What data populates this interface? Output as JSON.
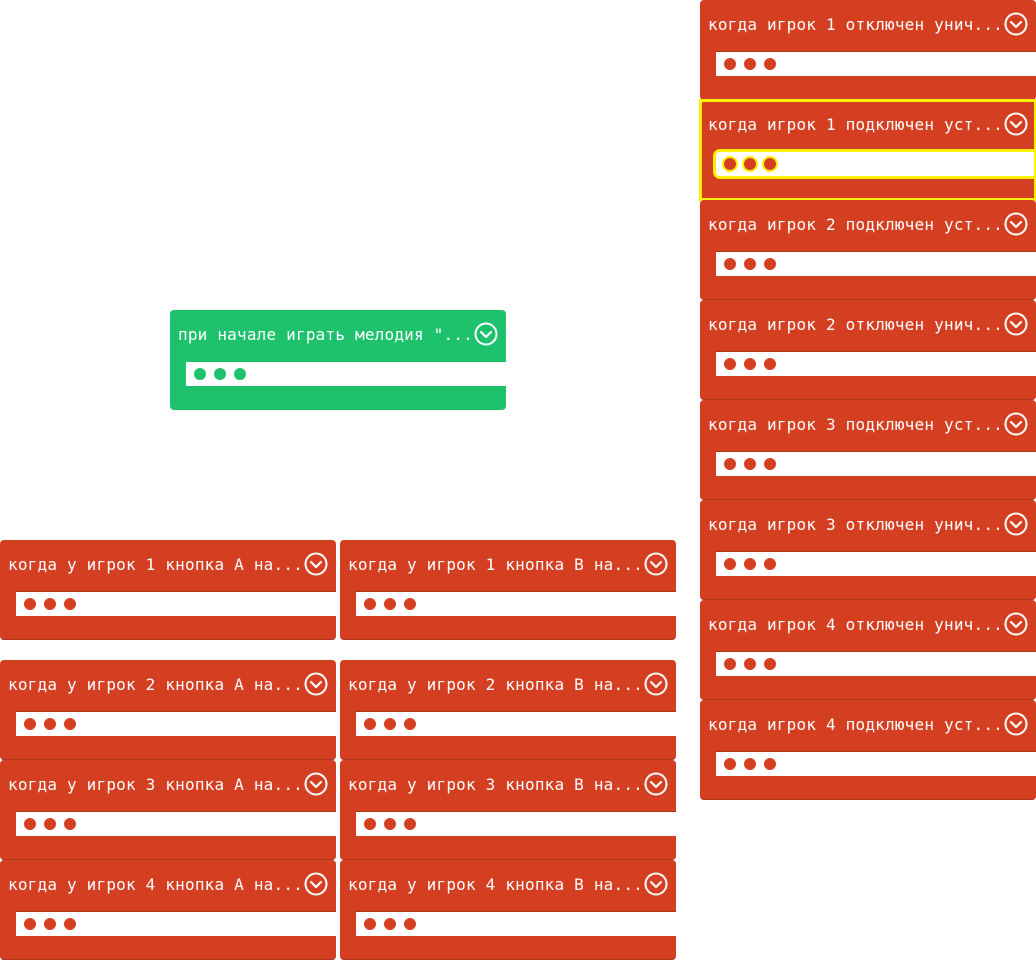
{
  "workspace": {
    "on_start_block": {
      "title": "при начале играть мелодия \"...",
      "color": "#1fc26c"
    },
    "player_blocks": [
      {
        "id": "p1-disconnected",
        "title": "когда игрок 1 отключен унич...",
        "selected": false
      },
      {
        "id": "p1-connected",
        "title": "когда игрок 1 подключен уст...",
        "selected": true
      },
      {
        "id": "p2-connected",
        "title": "когда игрок 2 подключен уст...",
        "selected": false
      },
      {
        "id": "p2-disconnected",
        "title": "когда игрок 2 отключен унич...",
        "selected": false
      },
      {
        "id": "p3-connected",
        "title": "когда игрок 3 подключен уст...",
        "selected": false
      },
      {
        "id": "p3-disconnected",
        "title": "когда игрок 3 отключен унич...",
        "selected": false
      },
      {
        "id": "p4-disconnected",
        "title": "когда игрок 4 отключен унич...",
        "selected": false
      },
      {
        "id": "p4-connected",
        "title": "когда игрок 4 подключен уст...",
        "selected": false
      }
    ],
    "button_blocks": [
      {
        "id": "p1-a",
        "title": "когда у игрок 1 кнопка A на..."
      },
      {
        "id": "p1-b",
        "title": "когда у игрок 1 кнопка B на..."
      },
      {
        "id": "p2-a",
        "title": "когда у игрок 2 кнопка A на..."
      },
      {
        "id": "p2-b",
        "title": "когда у игрок 2 кнопка B на..."
      },
      {
        "id": "p3-a",
        "title": "когда у игрок 3 кнопка A на..."
      },
      {
        "id": "p3-b",
        "title": "когда у игрок 3 кнопка B на..."
      },
      {
        "id": "p4-a",
        "title": "когда у игрок 4 кнопка A на..."
      },
      {
        "id": "p4-b",
        "title": "когда у игрок 4 кнопка B на..."
      }
    ],
    "event_color": "#d43f22",
    "selection_color": "#fff200",
    "collapse_icon": "chevron-down-circle-icon",
    "collapsed_body_icon": "ellipsis-dots-icon"
  }
}
